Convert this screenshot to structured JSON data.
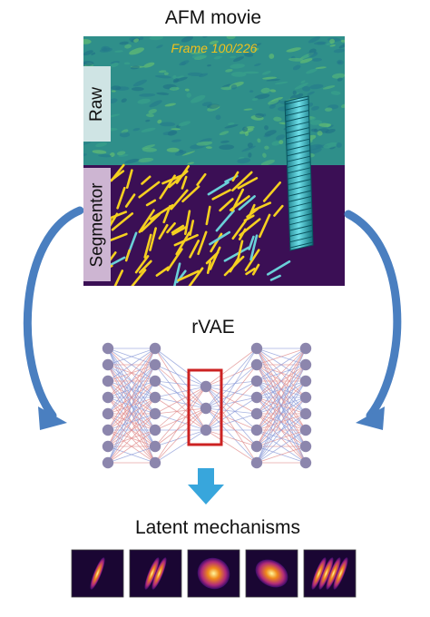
{
  "afm_title": "AFM movie",
  "frame_label": "Frame 100/226",
  "raw_label": "Raw",
  "segmentor_label": "Segmentor",
  "rvae_title": "rVAE",
  "latent_title": "Latent mechanisms",
  "colors": {
    "raw_background": "#2f8f8a",
    "segmentor_background": "#3b0f55",
    "segment_yellow": "#f5d020",
    "node": "#8c86ad",
    "edge_blue": "#8a9ad8",
    "edge_red": "#e08a8a",
    "latent_box": "#cc2222",
    "curved_arrow": "#4a7fc0",
    "down_arrow": "#38a6dc",
    "frame_label": "#f2c21b"
  },
  "network": {
    "layer_nodes": [
      8,
      8,
      3,
      8,
      8
    ]
  },
  "latent_thumbnails": [
    "single-stripe",
    "double-stripe",
    "bright-blob",
    "oval-blob",
    "multi-stripe"
  ]
}
